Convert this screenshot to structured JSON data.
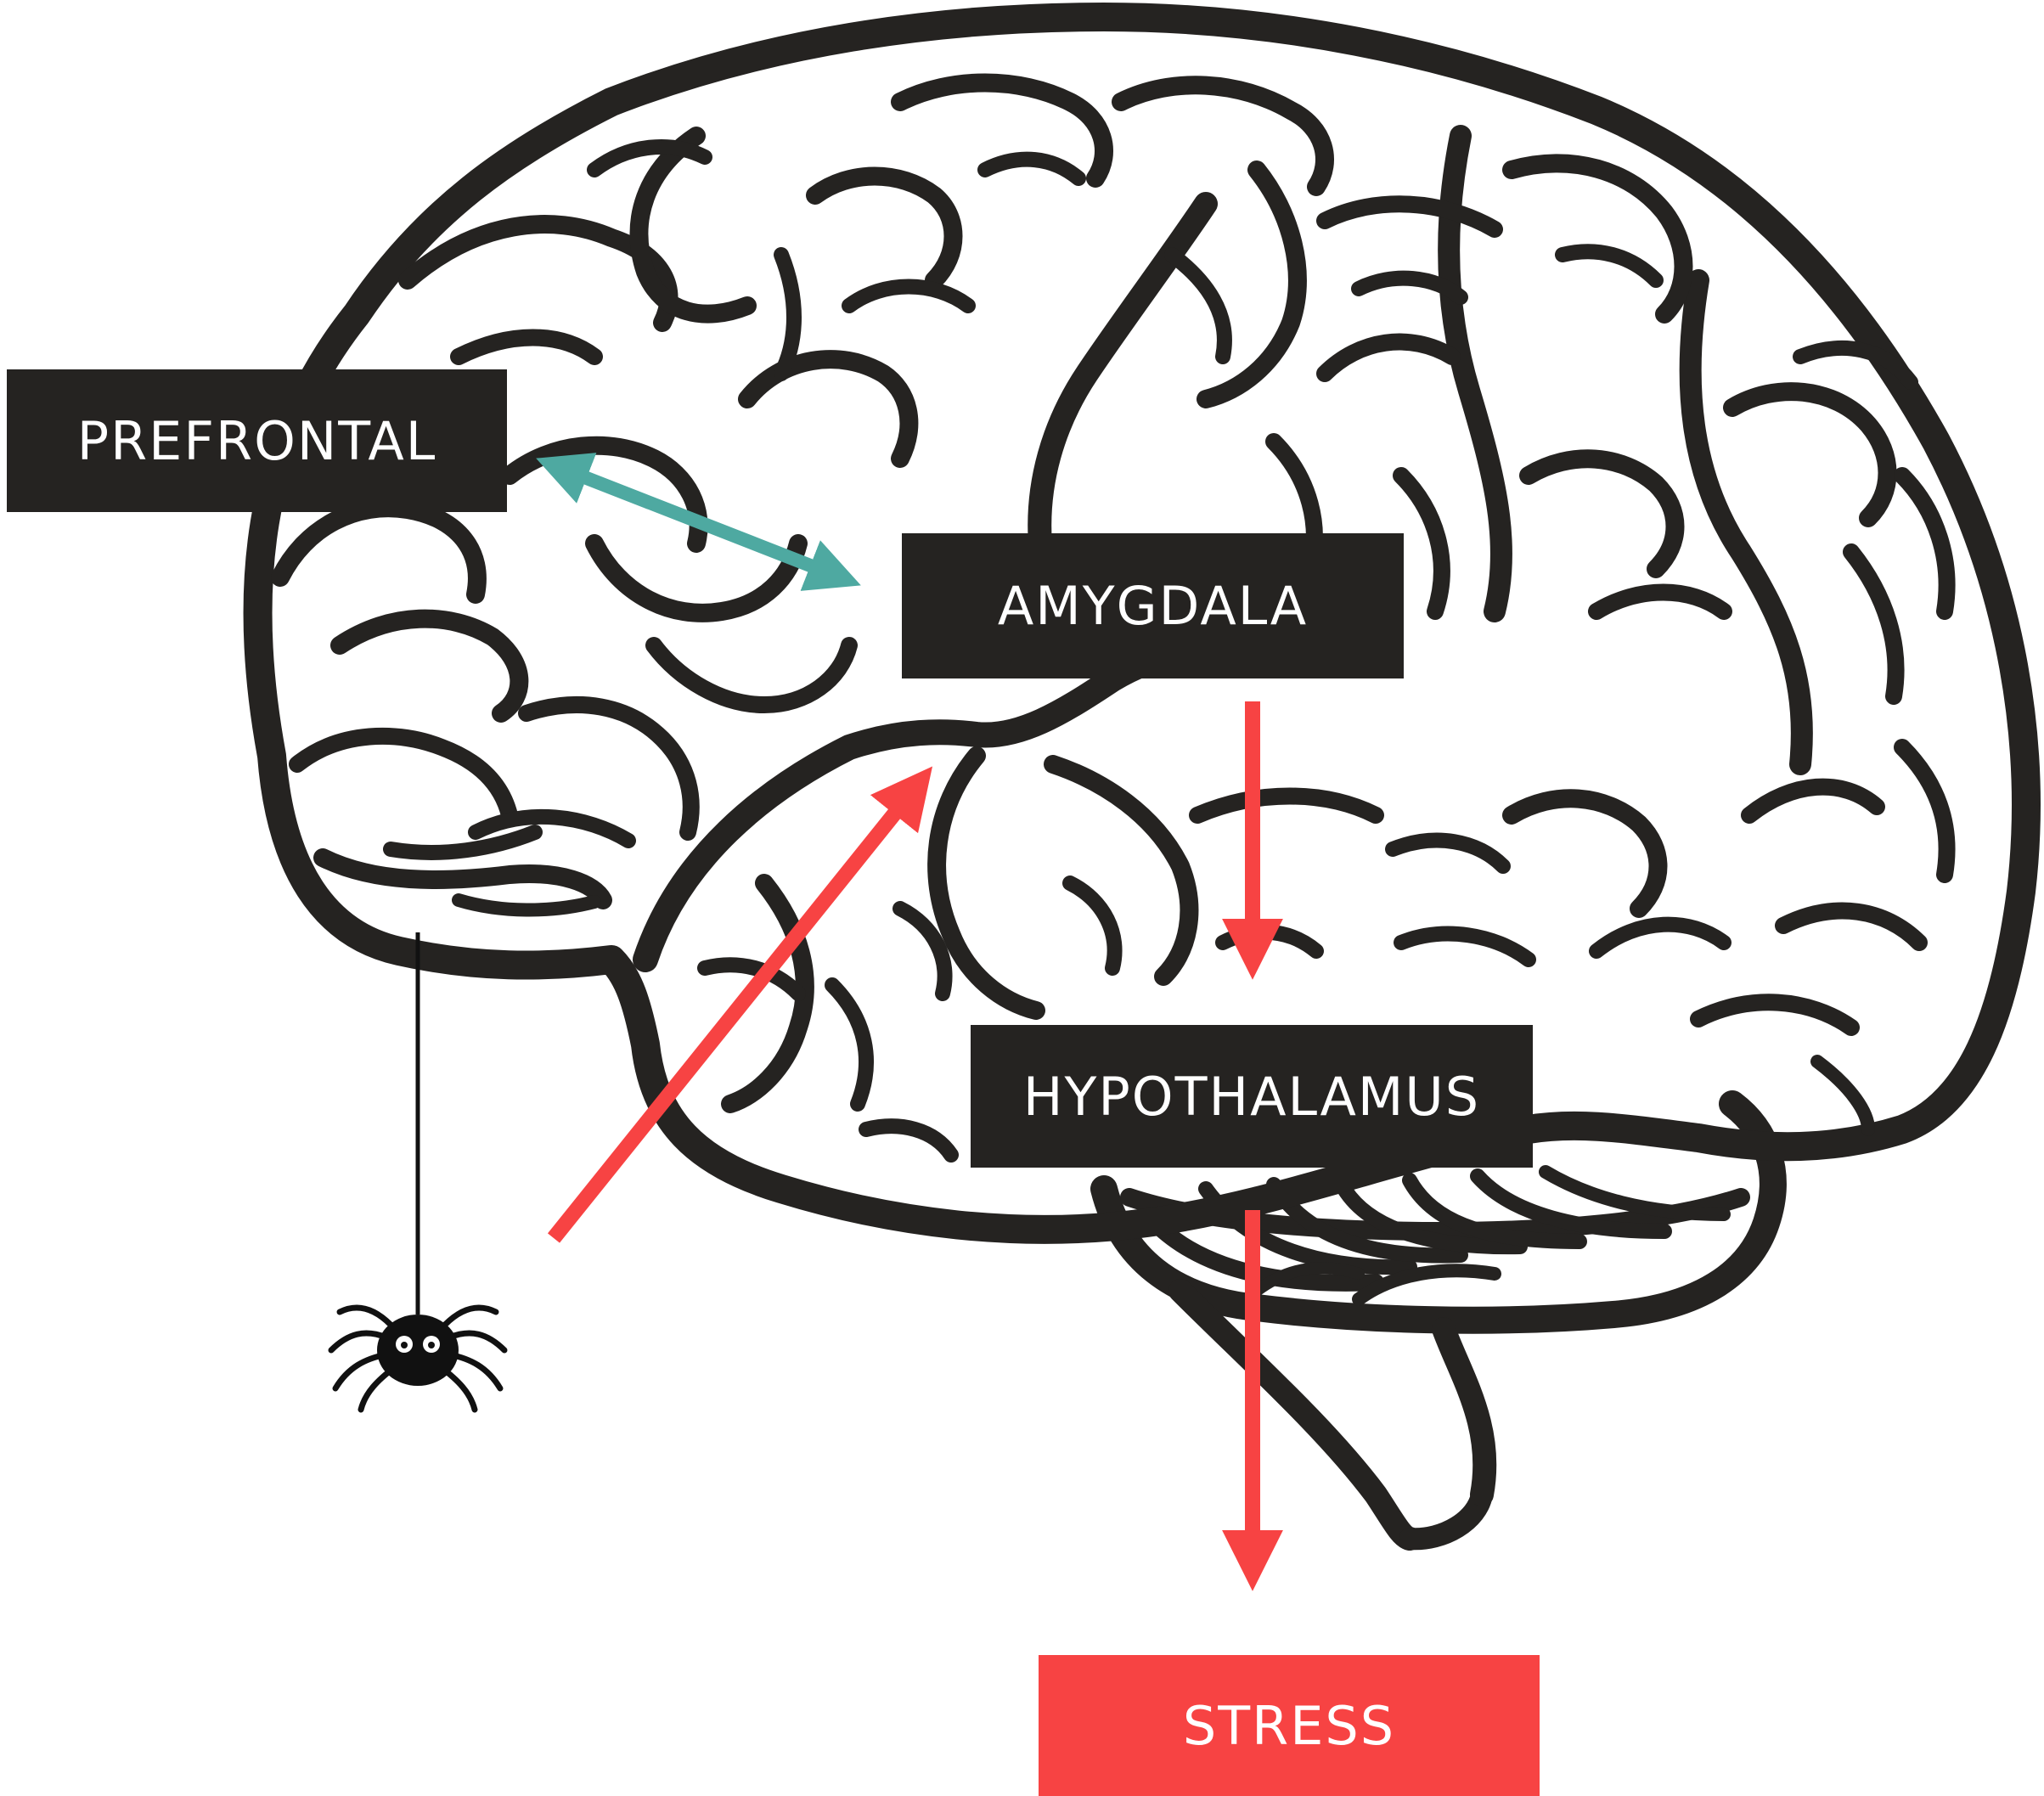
{
  "labels": {
    "prefrontal": "PREFRONTAL",
    "amygdala": "AMYGDALA",
    "hypothalamus": "HYPOTHALAMUS",
    "stress": "STRESS"
  },
  "colors": {
    "brain_outline": "#252321",
    "label_background": "#252321",
    "label_text": "#ffffff",
    "stress_box": "#f74343",
    "red_arrow": "#f74343",
    "teal_arrow": "#4ea9a1",
    "spider": "#111111"
  },
  "icons": {
    "brain": "brain-illustration",
    "spider": "spider-icon"
  }
}
